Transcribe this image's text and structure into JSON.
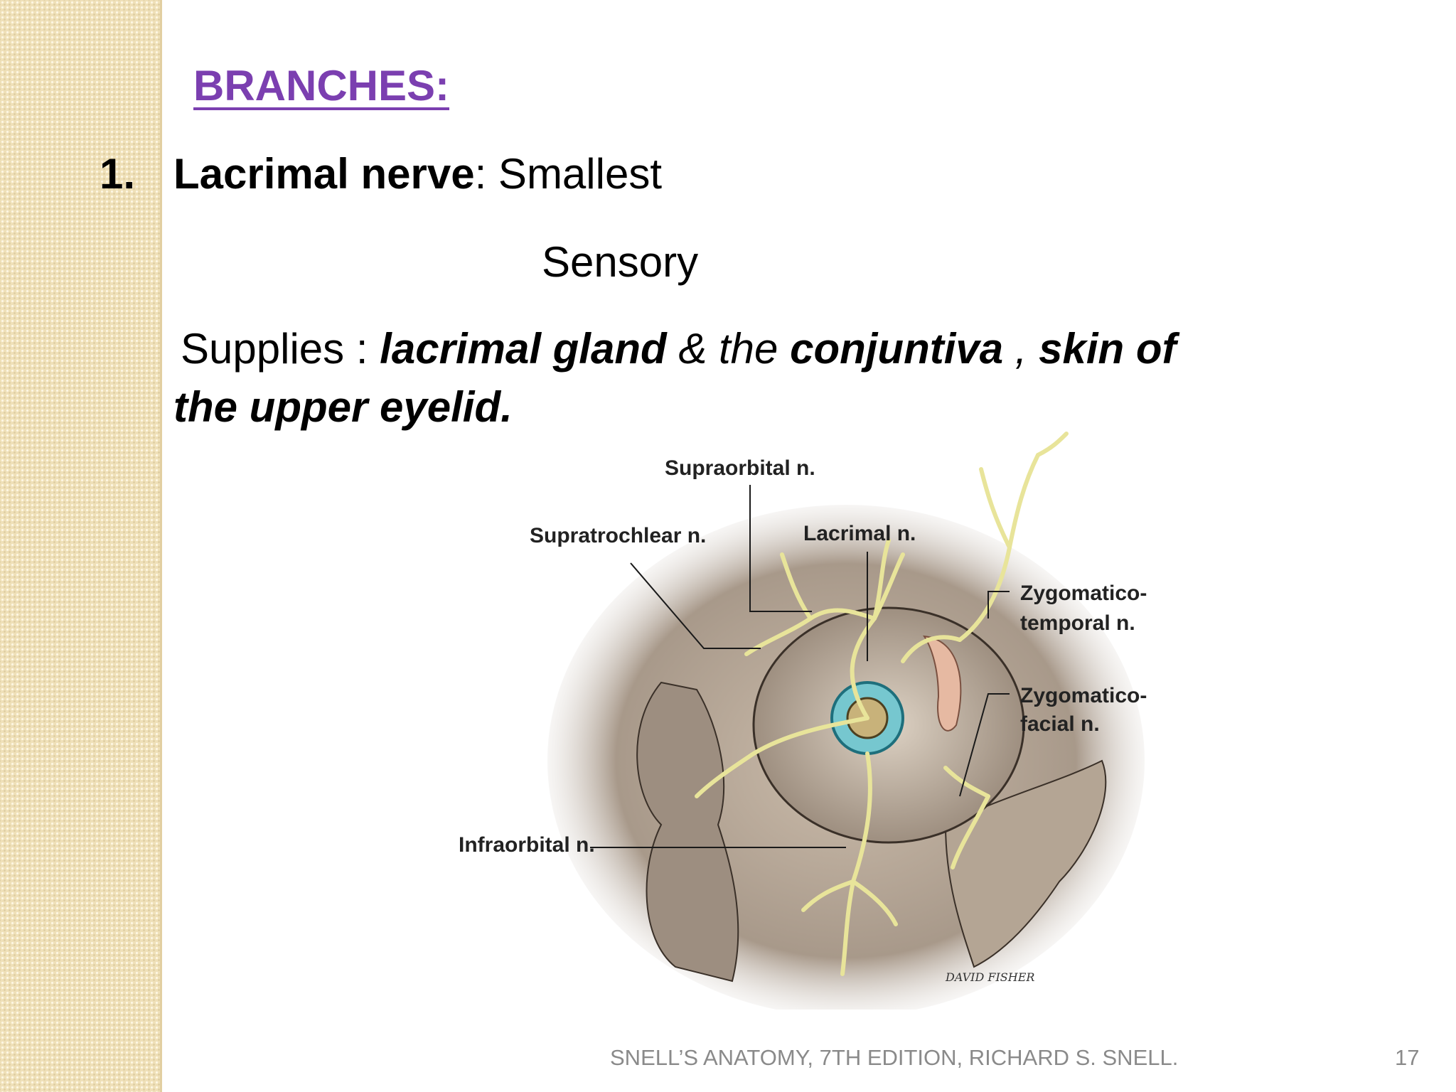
{
  "heading": "BRANCHES:",
  "item": {
    "number": "1.",
    "title": "Lacrimal nerve",
    "sep": ": ",
    "desc1": "Smallest",
    "desc2": "Sensory",
    "supplies_prefix": "Supplies : ",
    "t1": "lacrimal gland",
    "t2": " & the ",
    "t3": "conjuntiva",
    "t4": " , ",
    "t5": "skin of",
    "t6": "the upper eyelid."
  },
  "figure": {
    "labels": {
      "supraorbital": "Supraorbital n.",
      "supratrochlear": "Supratrochlear n.",
      "lacrimal": "Lacrimal n.",
      "zygomaticotemporal_1": "Zygomatico-",
      "zygomaticotemporal_2": "temporal n.",
      "zygomaticofacial_1": "Zygomatico-",
      "zygomaticofacial_2": "facial n.",
      "infraorbital": "Infraorbital n."
    },
    "signature": "DAVID FISHER"
  },
  "footer": {
    "reference": "SNELL’S ANATOMY, 7TH EDITION, RICHARD S. SNELL.",
    "page_number": "17"
  }
}
